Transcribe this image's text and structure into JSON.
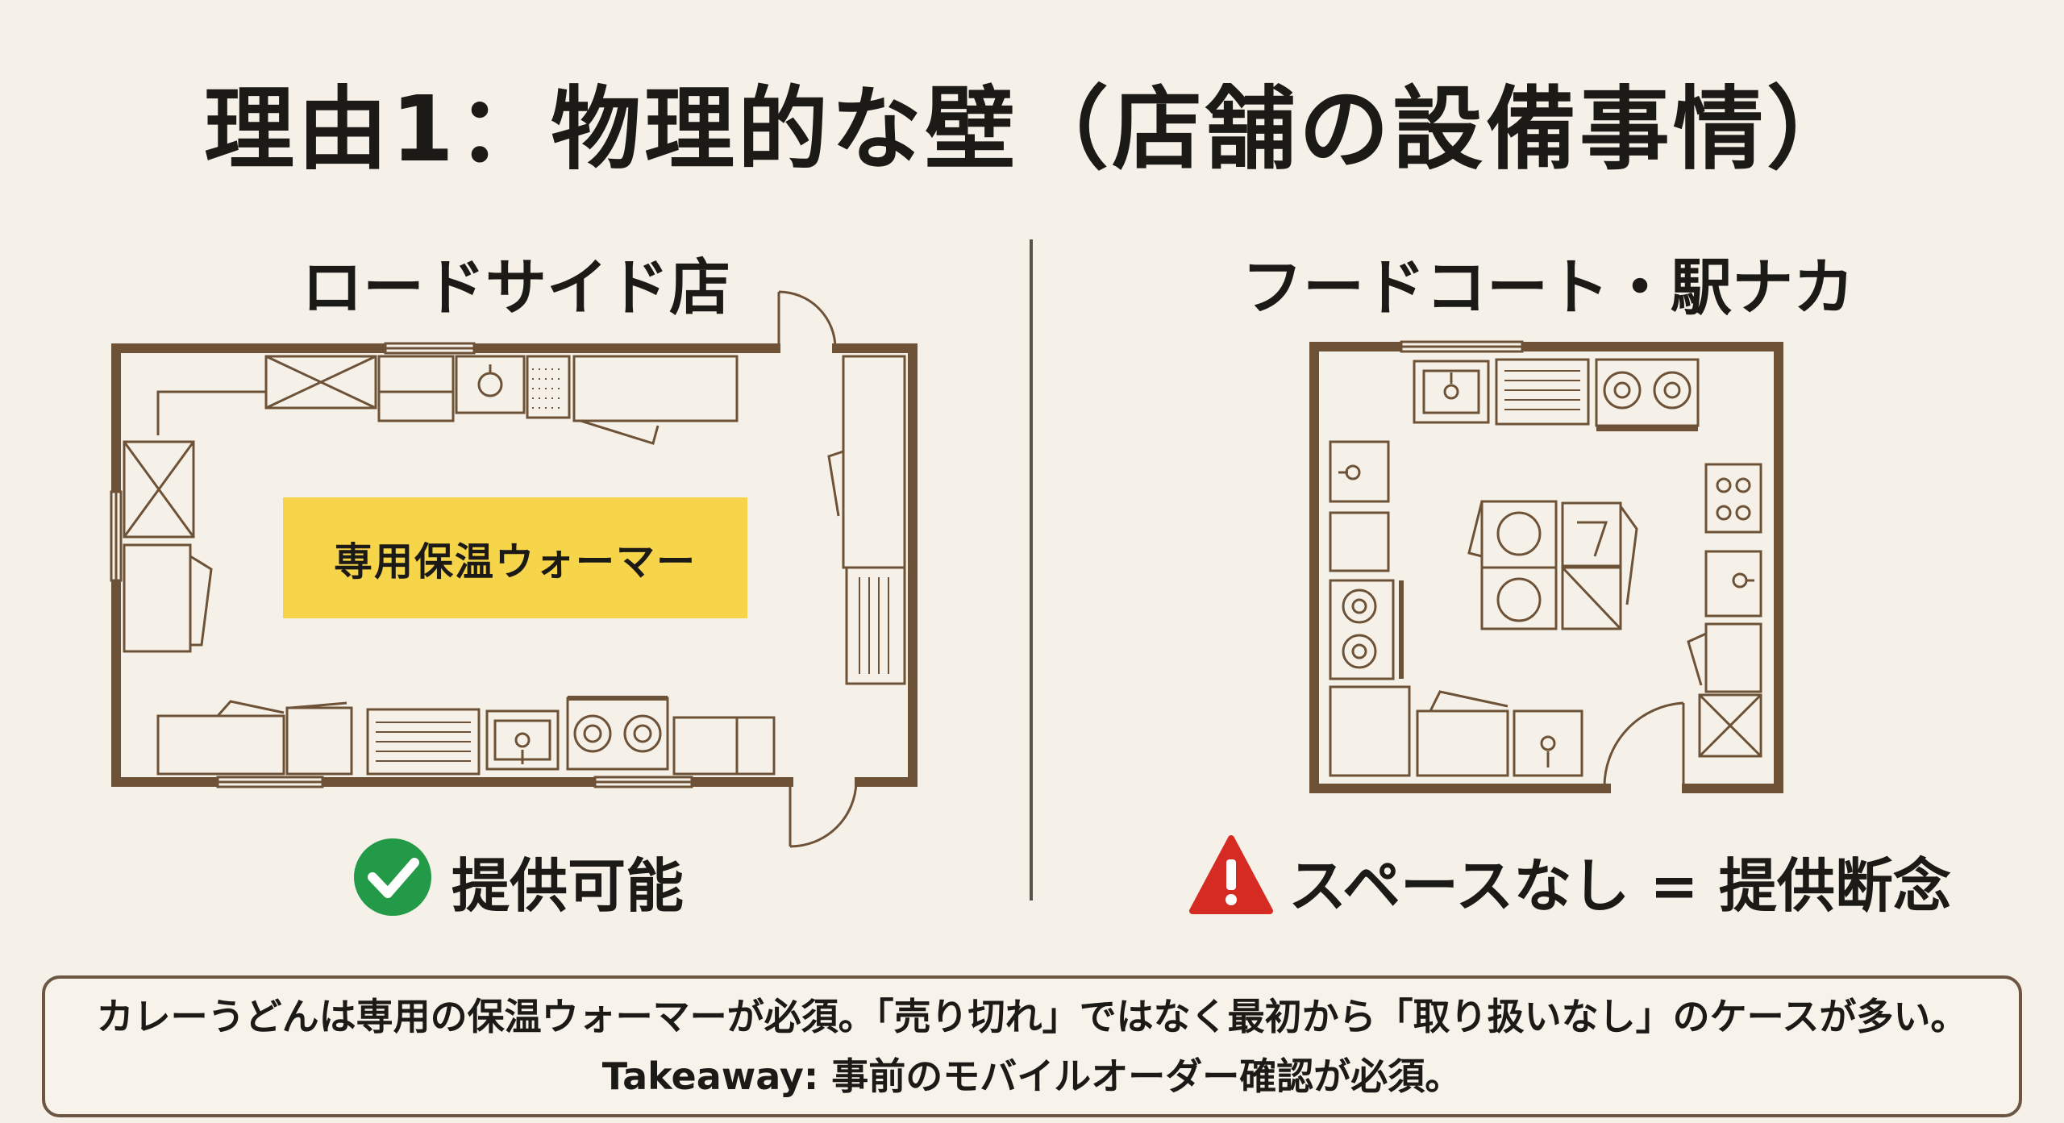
{
  "title": "理由1：物理的な壁（店舗の設備事情）",
  "left": {
    "heading": "ロードサイド店",
    "warmer_label": "専用保温ウォーマー",
    "status": "提供可能",
    "status_icon": "check-circle-icon",
    "status_color": "#239a47"
  },
  "right": {
    "heading": "フードコート・駅ナカ",
    "status": "スペースなし = 提供断念",
    "status_icon": "warning-triangle-icon",
    "status_color": "#d62b23"
  },
  "note": {
    "line1": "カレーうどんは専用の保温ウォーマーが必須。「売り切れ」ではなく最初から「取り扱いなし」のケースが多い。",
    "line2": "Takeaway: 事前のモバイルオーダー確認が必須。"
  },
  "colors": {
    "background": "#f5f1e8",
    "wall": "#6e5238",
    "warmer": "#f6d54a"
  }
}
